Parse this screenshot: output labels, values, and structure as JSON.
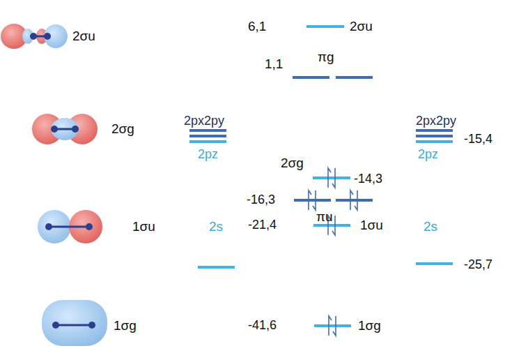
{
  "diagram": {
    "labels": [
      "2σu",
      "2σg",
      "1σu",
      "1σg",
      "6,1",
      "2σu",
      "1,1",
      "πg",
      "2px2py",
      "2pz",
      "2px2py",
      "2pz",
      "-15,4",
      "2σg",
      "-14,3",
      "-16,3",
      "πu",
      "-21,4",
      "1σu",
      "2s",
      "2s",
      "-25,7",
      "-41,6",
      "1σg"
    ]
  }
}
